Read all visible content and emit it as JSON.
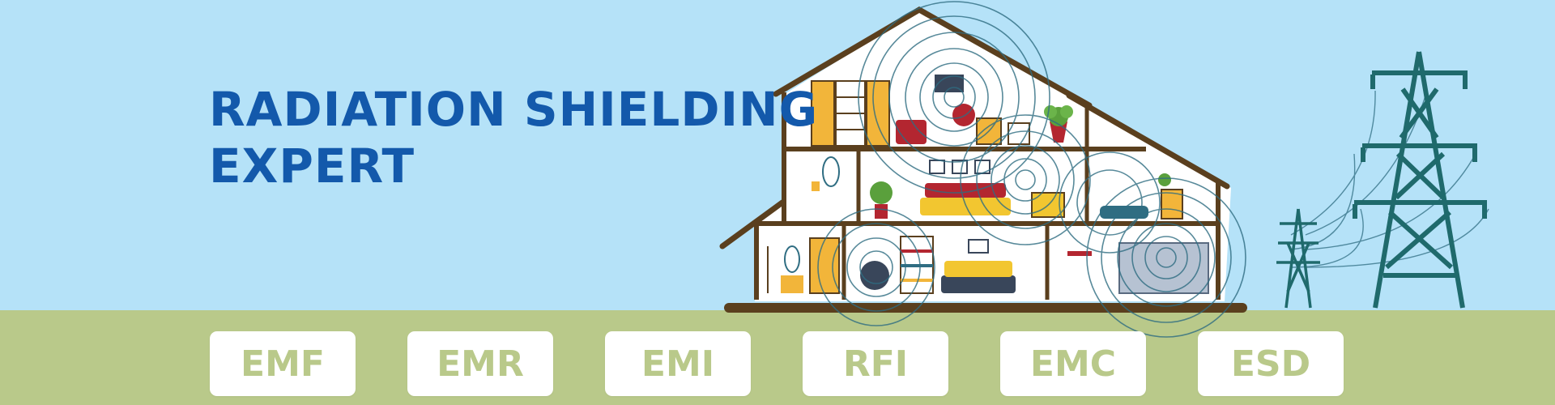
{
  "banner": {
    "title_lines": [
      "RADIATION SHIELDING",
      "EXPERT"
    ]
  },
  "tags": [
    "EMF",
    "EMR",
    "EMI",
    "RFI",
    "EMC",
    "ESD"
  ],
  "colors": {
    "sky": "#b5e2f8",
    "ground": "#b9c98a",
    "title": "#1359ab",
    "house_outline": "#5a3f1e",
    "waves": "#2f6d82",
    "tower": "#1f6a6c",
    "tag_background": "#ffffff",
    "tag_text": "#b9c98a"
  },
  "icons": {
    "house": "house-cross-section-illustration",
    "waves": "radiation-waves-icon",
    "tower_large": "power-pylon-icon",
    "tower_small": "power-pylon-small-icon"
  }
}
